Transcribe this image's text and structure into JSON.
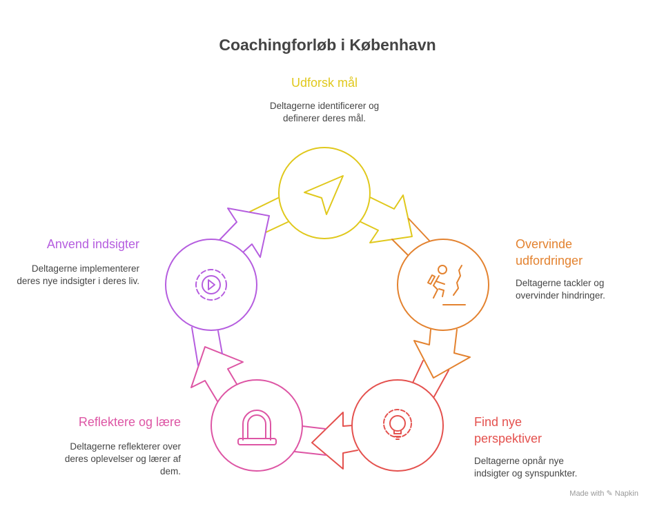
{
  "title": "Coachingforløb i København",
  "colors": {
    "yellow": "#e0c81c",
    "orange": "#e3822f",
    "red": "#e4514e",
    "pink": "#dd55a4",
    "purple": "#b55ddf"
  },
  "steps": [
    {
      "title": "Udforsk mål",
      "desc": "Deltagerne identificerer og definerer deres mål.",
      "icon": "navigation-arrow-icon"
    },
    {
      "title": "Overvinde udfordringer",
      "desc": "Deltagerne tackler og overvinder hindringer.",
      "icon": "climber-icon"
    },
    {
      "title": "Find nye perspektiver",
      "desc": "Deltagerne opnår nye indsigter og synspunkter.",
      "icon": "lightbulb-gear-icon"
    },
    {
      "title": "Reflektere og lære",
      "desc": "Deltagerne reflekterer over deres oplevelser og lærer af dem.",
      "icon": "portal-icon"
    },
    {
      "title": "Anvend indsigter",
      "desc": "Deltagerne implementerer deres nye indsigter i deres liv.",
      "icon": "gear-play-icon"
    }
  ],
  "footer": "Made with ✎ Napkin"
}
